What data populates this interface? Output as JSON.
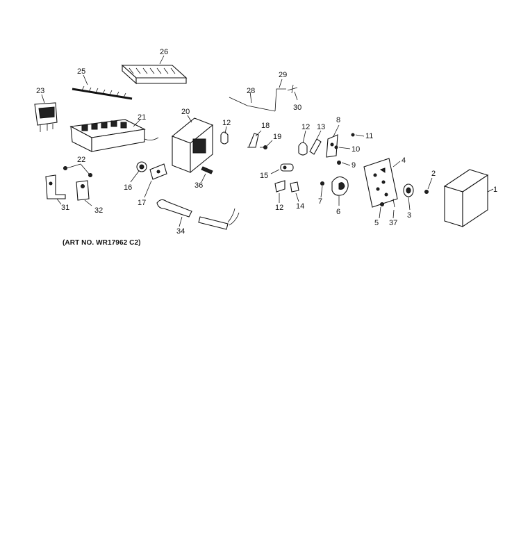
{
  "caption": "(ART NO. WR17962 C2)",
  "callouts": {
    "c1": "1",
    "c2": "2",
    "c3": "3",
    "c4": "4",
    "c5": "5",
    "c6": "6",
    "c7": "7",
    "c8": "8",
    "c9": "9",
    "c10": "10",
    "c11": "11",
    "c12a": "12",
    "c12b": "12",
    "c12c": "12",
    "c13": "13",
    "c14": "14",
    "c15": "15",
    "c16": "16",
    "c17": "17",
    "c18": "18",
    "c19": "19",
    "c20": "20",
    "c21": "21",
    "c22": "22",
    "c23": "23",
    "c25": "25",
    "c26": "26",
    "c28": "28",
    "c29": "29",
    "c30": "30",
    "c31": "31",
    "c32": "32",
    "c34": "34",
    "c36": "36",
    "c37": "37"
  }
}
